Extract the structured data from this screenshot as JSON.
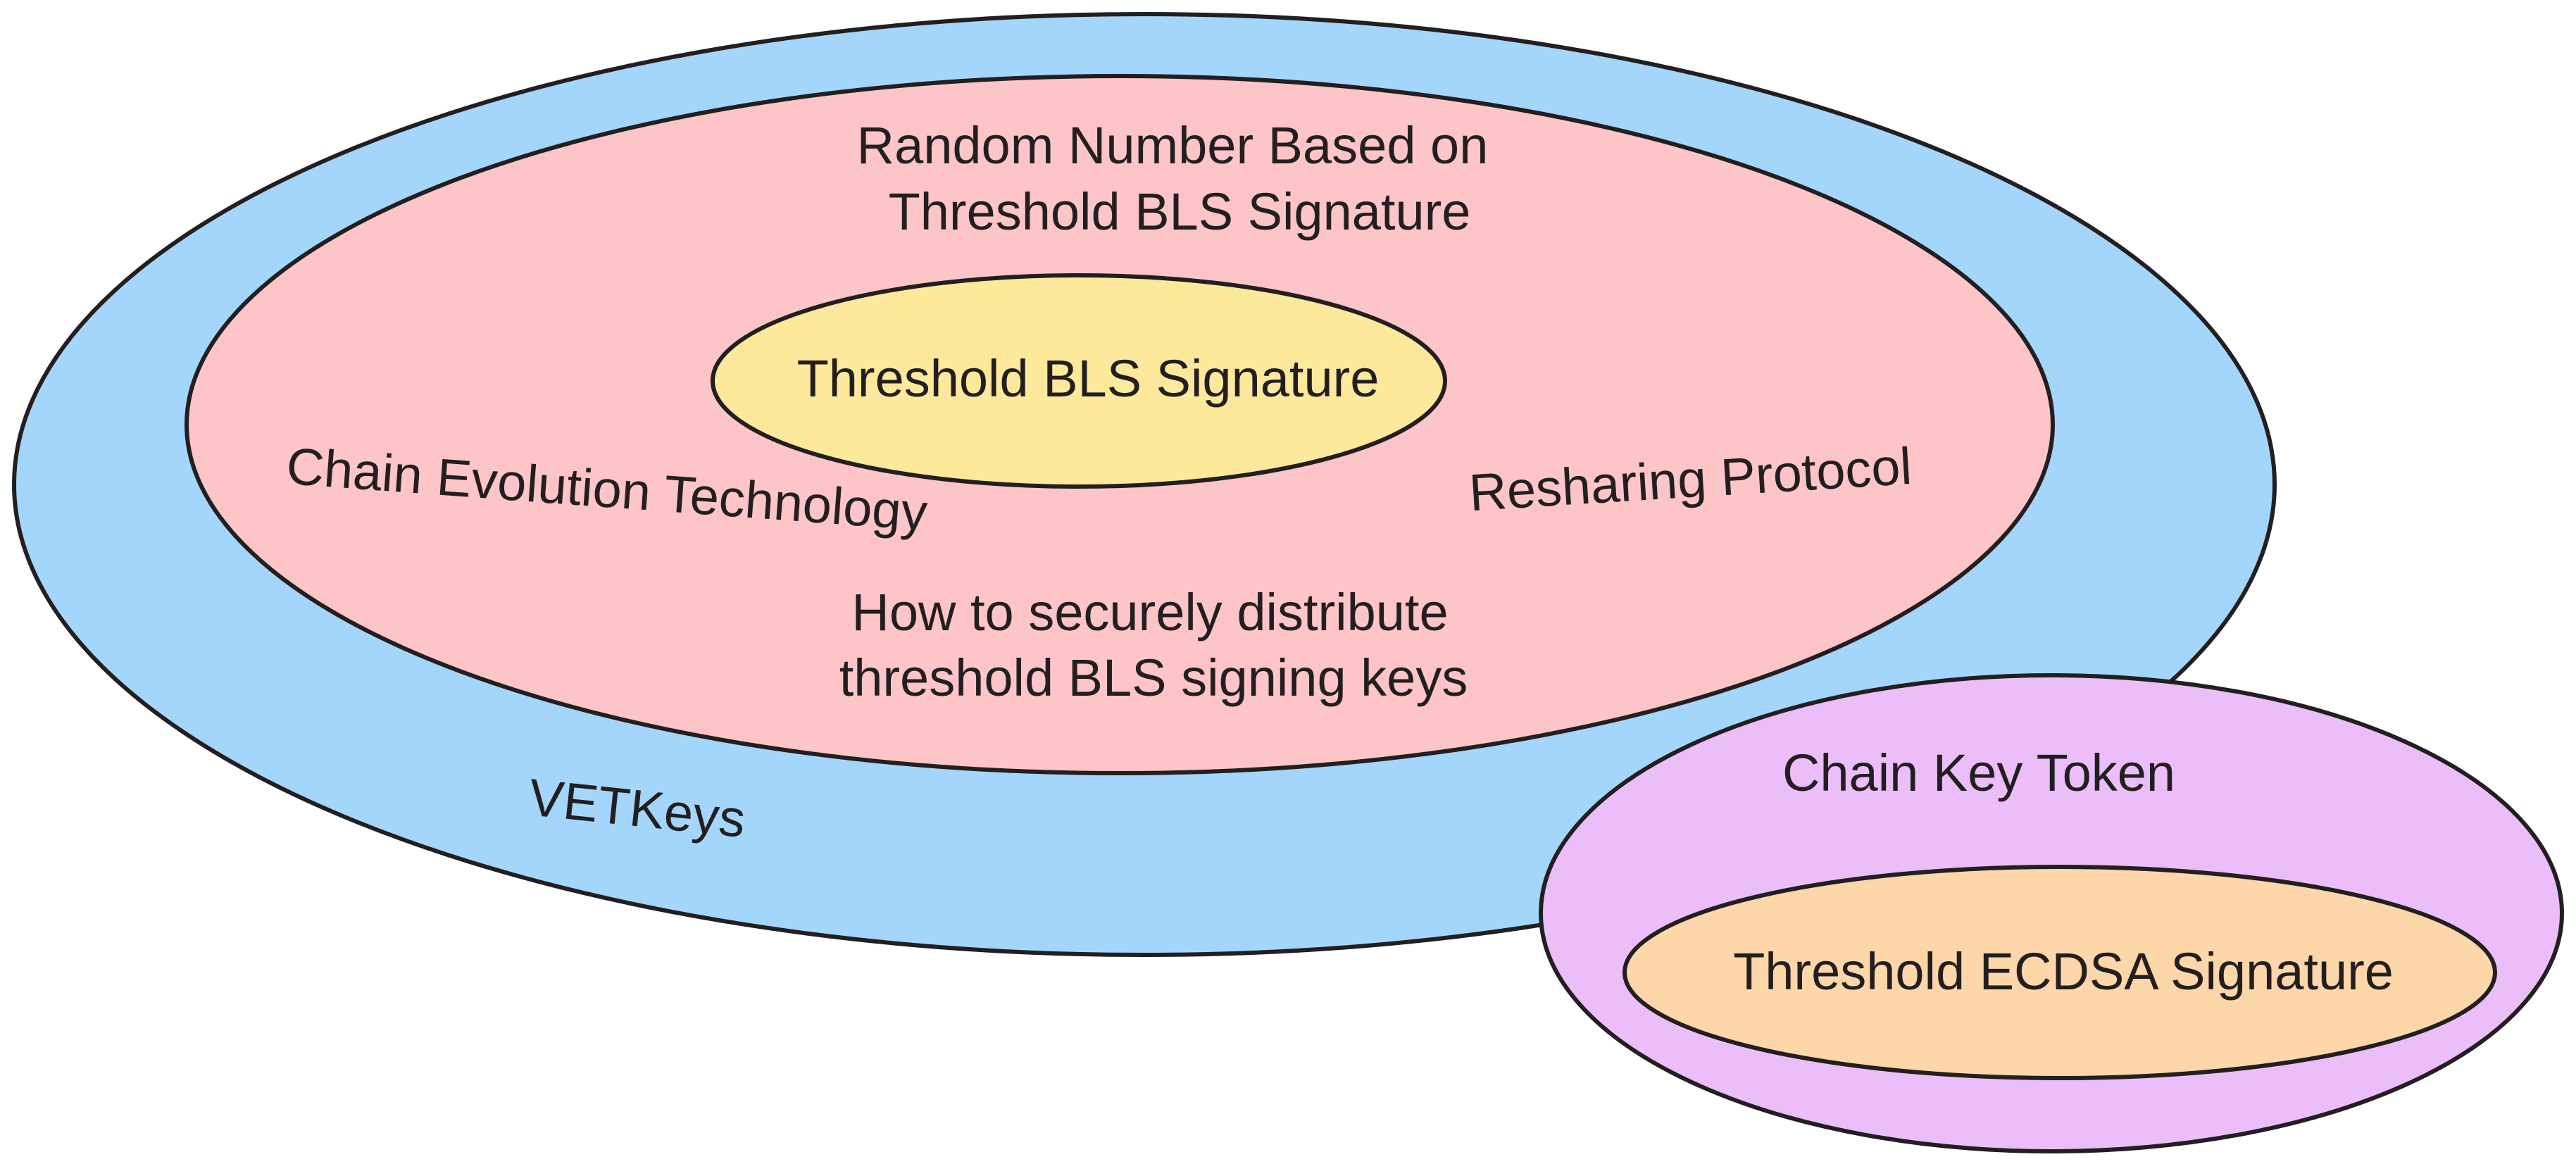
{
  "colors": {
    "outline": "#231f20",
    "text": "#231f20",
    "vetkeys_fill": "#a4d6fc",
    "bls_domain_fill": "#fdc5c7",
    "threshold_bls_fill": "#fde99b",
    "chain_key_token_fill": "#ebbefa",
    "threshold_ecdsa_fill": "#fdd6a9"
  },
  "labels": {
    "random_number_line1": "Random Number Based on",
    "random_number_line2": "Threshold BLS Signature",
    "threshold_bls": "Threshold BLS Signature",
    "chain_evolution": "Chain Evolution Technology",
    "resharing": "Resharing Protocol",
    "distribute_line1": "How to securely distribute",
    "distribute_line2": "threshold BLS signing keys",
    "vetkeys": "VETKeys",
    "chain_key_token": "Chain Key Token",
    "threshold_ecdsa": "Threshold ECDSA Signature"
  }
}
